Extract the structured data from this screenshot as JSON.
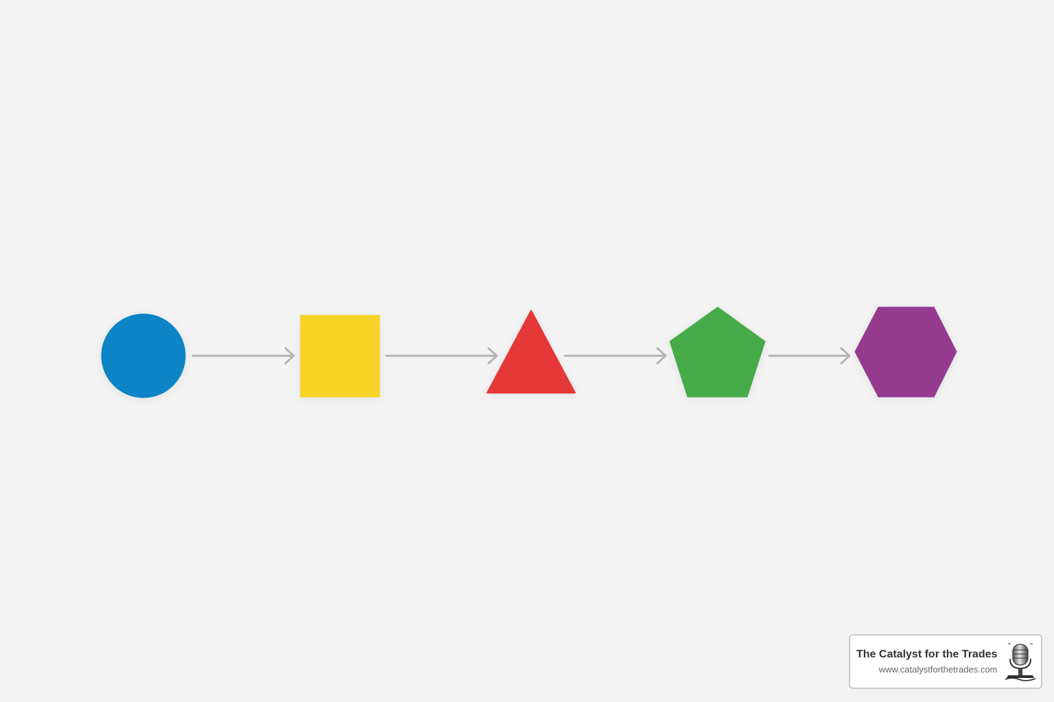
{
  "diagram": {
    "type": "flow",
    "direction": "left-to-right",
    "arrow_color": "#b3b3b3",
    "nodes": [
      {
        "shape": "circle",
        "color": "#0784c6"
      },
      {
        "shape": "square",
        "color": "#f7d425"
      },
      {
        "shape": "triangle",
        "color": "#e63737"
      },
      {
        "shape": "pentagon",
        "color": "#46aa48"
      },
      {
        "shape": "hexagon",
        "color": "#943a8e"
      }
    ],
    "edges": [
      {
        "from": 0,
        "to": 1
      },
      {
        "from": 1,
        "to": 2
      },
      {
        "from": 2,
        "to": 3
      },
      {
        "from": 3,
        "to": 4
      }
    ]
  },
  "watermark": {
    "title": "The Catalyst for the Trades",
    "url": "www.catalystforthetrades.com",
    "logo_icon": "microphone-icon"
  }
}
